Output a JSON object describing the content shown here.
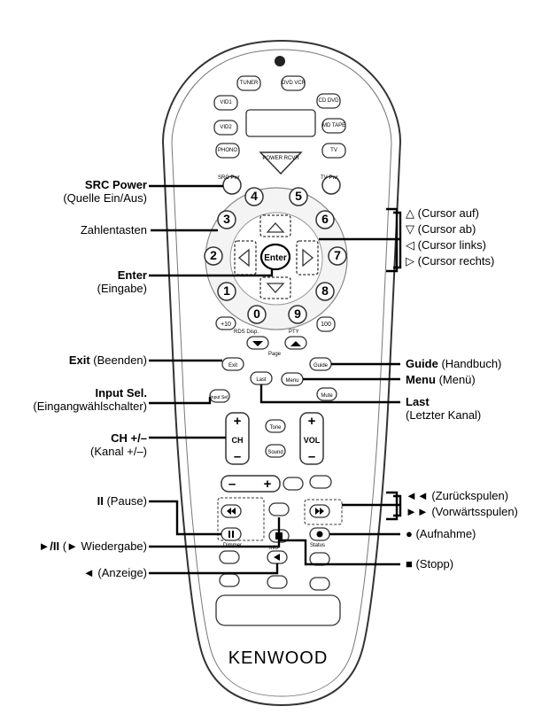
{
  "remote": {
    "brand": "KENWOOD",
    "buttons": {
      "tuner": "TUNER",
      "dvd_vcr": "DVD VCR",
      "vid1": "VID1",
      "cd_dvd": "CD DVD",
      "vid2": "VID2",
      "md_tape": "MD TAPE",
      "phono": "PHONO",
      "tv": "TV",
      "power_rcvr": "POWER RCVR",
      "src_power": "SRC Pwr",
      "tv_power": "TV Pwr",
      "n0": "0",
      "n1": "1",
      "n2": "2",
      "n3": "3",
      "n4": "4",
      "n5": "5",
      "n6": "6",
      "n7": "7",
      "n8": "8",
      "n9": "9",
      "enter": "Enter",
      "plus10": "+10",
      "n100": "100",
      "rds_disp": "RDS Disp.",
      "pty": "PTY",
      "page": "Page",
      "exit": "Exit",
      "guide": "Guide",
      "last": "Last",
      "menu": "Menu",
      "input_sel": "Input Sel.",
      "mute": "Mute",
      "ch": "CH",
      "vol": "VOL",
      "tone": "Tone",
      "sound": "Sound",
      "dimmer": "Dimmer",
      "info": "Info",
      "status": "Status"
    }
  },
  "labels": {
    "src_power_title": "SRC Power",
    "src_power_desc": "(Quelle Ein/Aus)",
    "numbers": "Zahlentasten",
    "enter_title": "Enter",
    "enter_desc": "(Eingabe)",
    "exit_title": "Exit",
    "exit_desc": " (Beenden)",
    "input_title": "Input Sel.",
    "input_desc": "(Eingangwählschalter)",
    "ch_title": "CH +/–",
    "ch_desc": "(Kanal +/–)",
    "pause_sym": "II",
    "pause_desc": " (Pause)",
    "play_sym": "►/II",
    "play_desc": " (► Wiedergabe)",
    "display_sym": "◄",
    "display_desc": " (Anzeige)",
    "cursor_up": "△ (Cursor auf)",
    "cursor_down": "▽ (Cursor ab)",
    "cursor_left": "◁ (Cursor links)",
    "cursor_right": "▷ (Cursor rechts)",
    "guide_title": "Guide",
    "guide_desc": " (Handbuch)",
    "menu_title": "Menu",
    "menu_desc": " (Menü)",
    "last_title": "Last",
    "last_desc": "(Letzter Kanal)",
    "rewind": "◄◄ (Zurückspulen)",
    "forward": "►► (Vorwärtsspulen)",
    "record": "● (Aufnahme)",
    "stop": "■ (Stopp)"
  }
}
